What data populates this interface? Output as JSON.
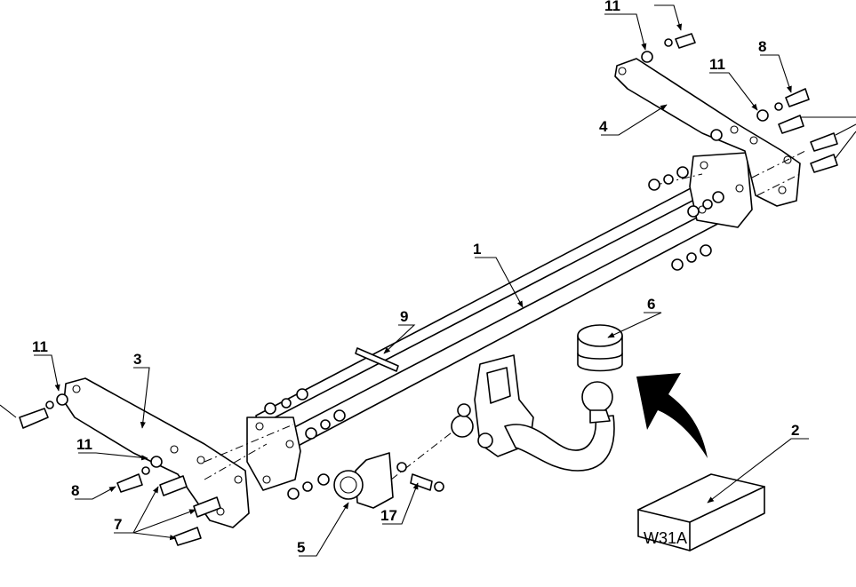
{
  "labels": {
    "l1": "1",
    "l2": "2",
    "l3": "3",
    "l4": "4",
    "l5": "5",
    "l6": "6",
    "l7": "7",
    "l8a": "8",
    "l8b": "8",
    "l9": "9",
    "l11a": "11",
    "l11b": "11",
    "l11c": "11",
    "l11d": "11",
    "l17": "17"
  },
  "package_code": "W31A"
}
